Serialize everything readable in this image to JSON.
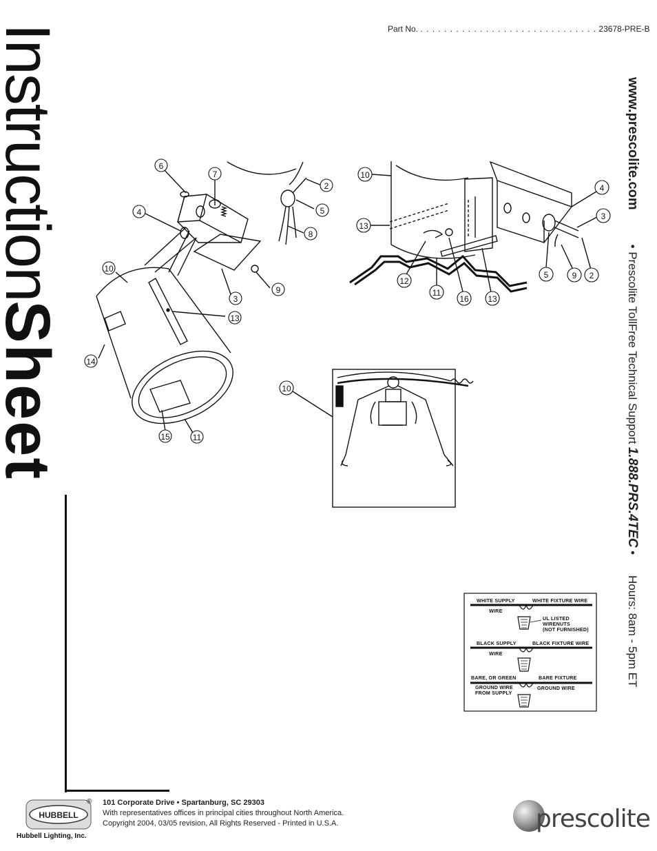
{
  "header": {
    "part_no_label": "Part No.",
    "part_no_dots": ". . . . . . . . . . . . . . . . . . . . . . . . . . . . . .",
    "part_no_value": "23678-PRE-B"
  },
  "title": {
    "thin": "Instruction",
    "bold": "Sheet"
  },
  "sidebar": {
    "url": "www.prescolite.com",
    "support_prefix": "• Prescolite TollFree Technical Support",
    "phone": "1.888.PRS.4TEC",
    "bullet": "•",
    "hours": "Hours: 8am - 5pm ET"
  },
  "diagram1_callouts": [
    "6",
    "7",
    "4",
    "2",
    "5",
    "8",
    "10",
    "9",
    "3",
    "13",
    "14",
    "15",
    "11"
  ],
  "diagram2_callouts": [
    "10",
    "13",
    "12",
    "11",
    "16",
    "13",
    "4",
    "3",
    "5",
    "9",
    "2"
  ],
  "diagram3_callouts": [
    "10"
  ],
  "wiring": {
    "white_supply": "WHITE SUPPLY",
    "white_wire": "WIRE",
    "white_fixture": "WHITE FIXTURE WIRE",
    "ul1": "UL LISTED",
    "ul2": "WIRENUTS",
    "ul3": "(NOT FURNISHED)",
    "black_supply": "BLACK SUPPLY",
    "black_wire": "WIRE",
    "black_fixture": "BLACK FIXTURE WIRE",
    "bare1": "BARE, OR GREEN",
    "bare2": "GROUND WIRE",
    "bare3": "FROM SUPPLY",
    "bare_fixture1": "BARE FIXTURE",
    "bare_fixture2": "GROUND WIRE"
  },
  "footer": {
    "address": "101 Corporate Drive • Spartanburg, SC  29303",
    "line2": "With representatives offices in principal cities throughout North America.",
    "line3": "Copyright 2004, 03/05 revision, All Rights Reserved - Printed in U.S.A."
  },
  "hubbell": {
    "logo_text": "HUBBELL",
    "reg": "®",
    "company": "Hubbell Lighting, Inc."
  },
  "prescolite": {
    "word": "prescolite"
  }
}
